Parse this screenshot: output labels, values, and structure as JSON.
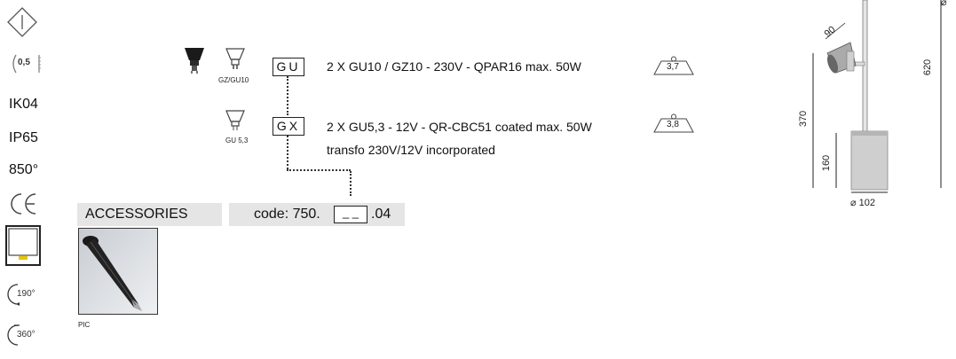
{
  "ratings": {
    "distance": "0,5",
    "ik": "IK04",
    "ip": "IP65",
    "temp": "850°",
    "rotation_1": "190°",
    "rotation_2": "360°"
  },
  "lamps": [
    {
      "socket_label": "GZ/GU10",
      "code": "GU",
      "spec": "2 X GU10 / GZ10 - 230V - QPAR16 max. 50W",
      "weight": "3,7"
    },
    {
      "socket_label": "GU 5,3",
      "code": "GX",
      "spec": "2 X GU5,3 - 12V - QR-CBC51 coated max. 50W",
      "spec2": "transfo 230V/12V incorporated",
      "weight": "3,8"
    }
  ],
  "accessories": {
    "title": "ACCESSORIES",
    "code_prefix": "code: 750.",
    "code_blank": "_ _",
    "code_suffix": ".04",
    "item_label": "PIC"
  },
  "dimensions": {
    "angle": "90",
    "total_height": "620",
    "height": "370",
    "base_height": "160",
    "diameter": "⌀ 102",
    "diameter_symbol": "⌀"
  }
}
